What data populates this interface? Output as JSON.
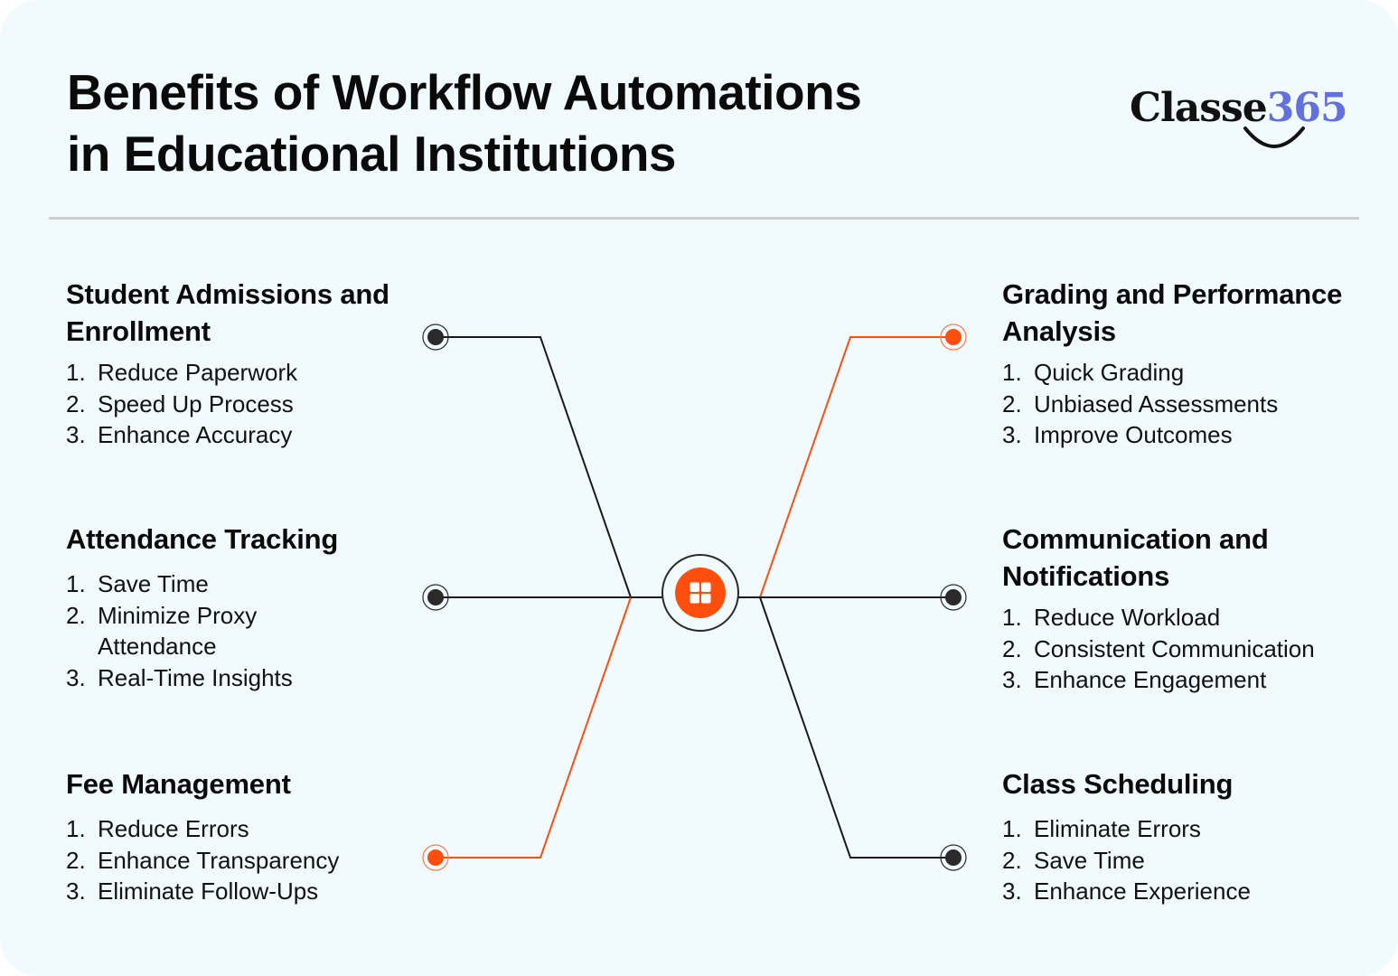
{
  "header": {
    "title_line1": "Benefits of Workflow Automations",
    "title_line2": "in Educational Institutions"
  },
  "logo": {
    "word": "Classe",
    "number": "365",
    "number_color": "#6370e0",
    "smile_icon": "smile-arc-icon"
  },
  "colors": {
    "background": "#f1fbff",
    "accent": "#ff4e0d",
    "line_dark": "#1a1a1a",
    "node_dark": "#2a2a2a",
    "divider": "#cdcdcd"
  },
  "hub": {
    "icon": "grid-apps-icon"
  },
  "sections": {
    "left": [
      {
        "title": "Student Admissions and Enrollment",
        "node_color": "dark",
        "items": [
          {
            "num": "1.",
            "text": "Reduce Paperwork"
          },
          {
            "num": "2.",
            "text": "Speed Up Process"
          },
          {
            "num": "3.",
            "text": "Enhance Accuracy"
          }
        ]
      },
      {
        "title": "Attendance Tracking",
        "node_color": "dark",
        "items": [
          {
            "num": "1.",
            "text": "Save Time"
          },
          {
            "num": "2.",
            "text": "Minimize Proxy Attendance"
          },
          {
            "num": "3.",
            "text": "Real-Time Insights"
          }
        ]
      },
      {
        "title": "Fee Management",
        "node_color": "orange",
        "items": [
          {
            "num": "1.",
            "text": "Reduce Errors"
          },
          {
            "num": "2.",
            "text": "Enhance Transparency"
          },
          {
            "num": "3.",
            "text": "Eliminate Follow-Ups"
          }
        ]
      }
    ],
    "right": [
      {
        "title": "Grading and Performance Analysis",
        "node_color": "orange",
        "items": [
          {
            "num": "1.",
            "text": "Quick Grading"
          },
          {
            "num": "2.",
            "text": "Unbiased Assessments"
          },
          {
            "num": "3.",
            "text": "Improve Outcomes"
          }
        ]
      },
      {
        "title": "Communication and Notifications",
        "node_color": "dark",
        "items": [
          {
            "num": "1.",
            "text": "Reduce Workload"
          },
          {
            "num": "2.",
            "text": "Consistent Communication"
          },
          {
            "num": "3.",
            "text": "Enhance Engagement"
          }
        ]
      },
      {
        "title": "Class Scheduling",
        "node_color": "dark",
        "items": [
          {
            "num": "1.",
            "text": "Eliminate Errors"
          },
          {
            "num": "2.",
            "text": "Save Time"
          },
          {
            "num": "3.",
            "text": "Enhance Experience"
          }
        ]
      }
    ]
  }
}
